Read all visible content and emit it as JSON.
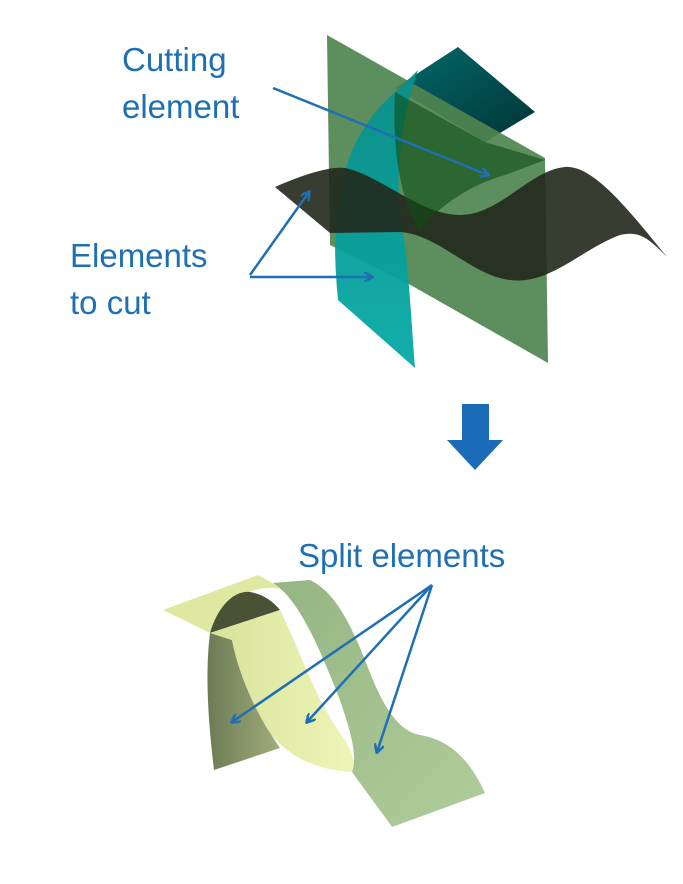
{
  "labels": {
    "cutting_line1": "Cutting",
    "cutting_line2": "element",
    "elements_line1": "Elements",
    "elements_line2": "to cut",
    "split": "Split elements"
  },
  "colors": {
    "text": "#1f6fb4",
    "arrow": "#1f6fb4",
    "cutting_plane": "#5a8a5a",
    "teal_plane": "#02474a",
    "cyan_surface": "#04a6a2",
    "dark_surface": "#2b3325",
    "split_dark": "#8c9c62",
    "split_pale": "#e4eeab",
    "split_green": "#a5c38f"
  }
}
